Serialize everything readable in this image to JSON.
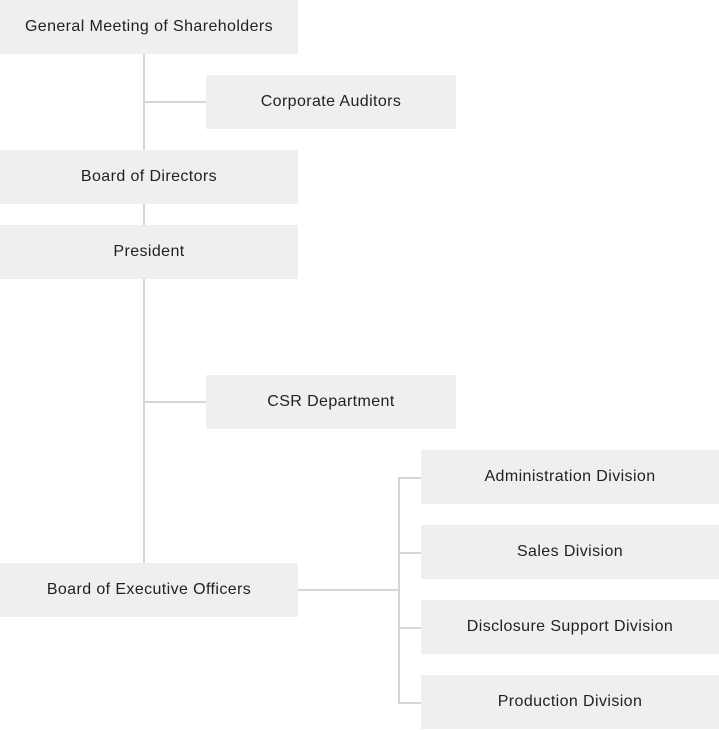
{
  "chart": {
    "nodes": {
      "shareholders": "General Meeting of Shareholders",
      "auditors": "Corporate Auditors",
      "board_directors": "Board of Directors",
      "president": "President",
      "csr": "CSR Department",
      "board_exec": "Board of Executive Officers",
      "divisions": [
        "Administration Division",
        "Sales Division",
        "Disclosure Support Division",
        "Production Division"
      ]
    }
  },
  "colors": {
    "box": "#efefef",
    "line": "#d6d6d6",
    "text": "#222222"
  }
}
